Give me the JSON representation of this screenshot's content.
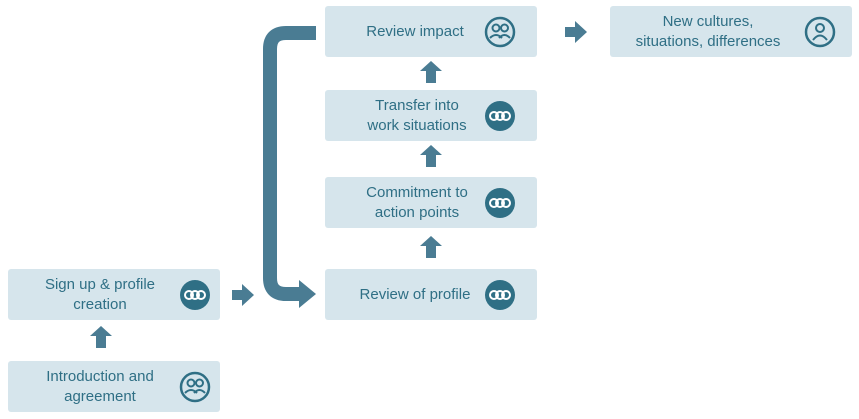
{
  "nodes": {
    "introduction": {
      "line1": "Introduction and",
      "line2": "agreement",
      "icon": "people-icon"
    },
    "signup": {
      "line1": "Sign up & profile",
      "line2": "creation",
      "icon": "cco-icon"
    },
    "review_profile": {
      "line1": "Review of profile",
      "icon": "cco-icon"
    },
    "commitment": {
      "line1": "Commitment to",
      "line2": "action points",
      "icon": "cco-icon"
    },
    "transfer": {
      "line1": "Transfer into",
      "line2": "work situations",
      "icon": "cco-icon"
    },
    "review_impact": {
      "line1": "Review impact",
      "icon": "people-icon"
    },
    "new_cultures": {
      "line1": "New cultures,",
      "line2": "situations, differences",
      "icon": "person-icon"
    }
  },
  "colors": {
    "box_fill": "#d6e5ec",
    "text": "#2f6f85",
    "arrow": "#4a7c93"
  }
}
